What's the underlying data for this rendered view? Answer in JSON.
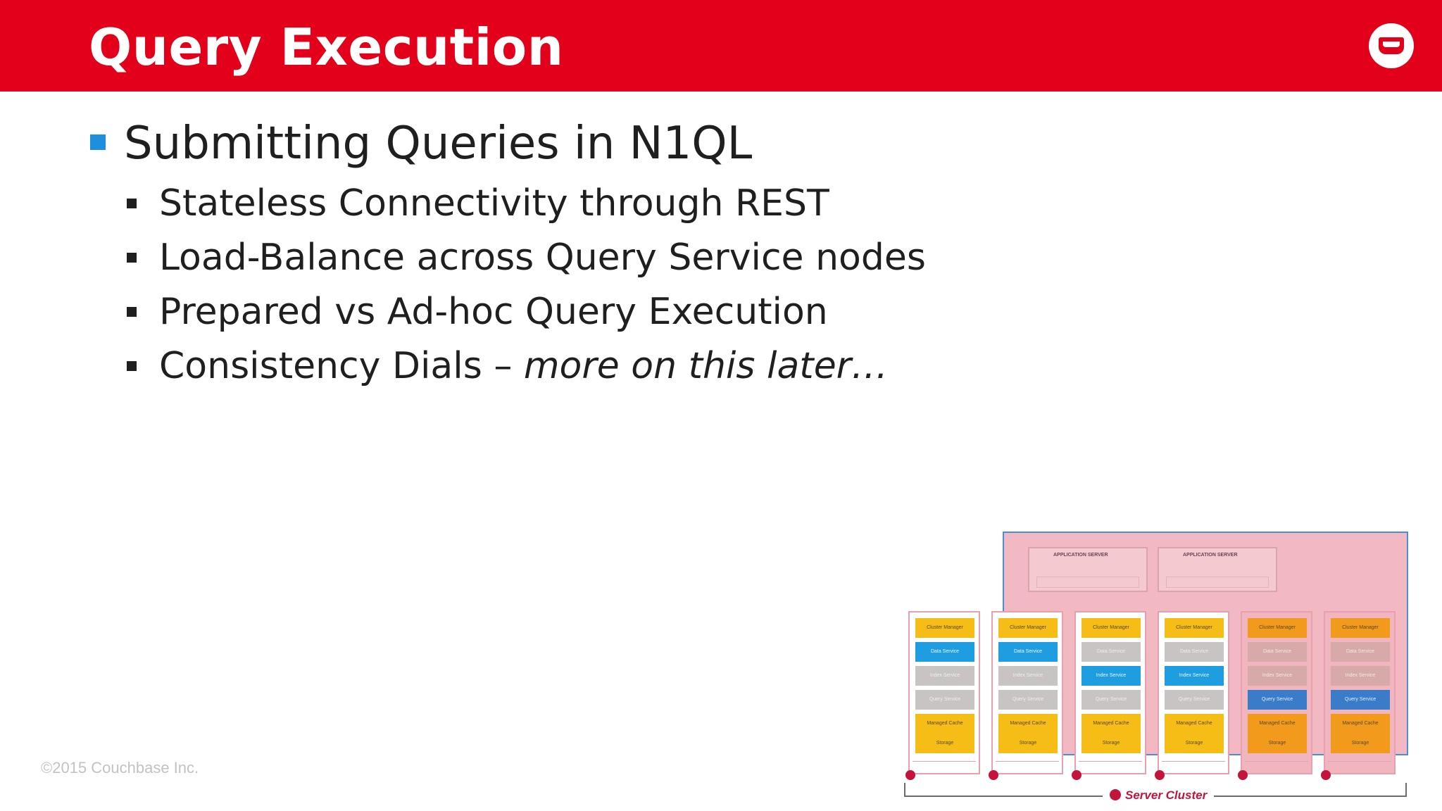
{
  "header": {
    "title": "Query Execution",
    "logo_icon": "couchbase-logo-icon",
    "background_color": "#e2001a"
  },
  "content": {
    "main_bullet": "Submitting Queries in N1QL",
    "sub_bullets": [
      {
        "text": "Stateless Connectivity through REST",
        "italic": ""
      },
      {
        "text": "Load-Balance across Query Service nodes",
        "italic": ""
      },
      {
        "text": "Prepared vs Ad-hoc Query Execution",
        "italic": ""
      },
      {
        "text": "Consistency Dials – ",
        "italic": "more on this later…"
      }
    ]
  },
  "footer": {
    "copyright": "©2015 Couchbase Inc."
  },
  "diagram": {
    "app_servers": [
      "APPLICATION SERVER",
      "APPLICATION SERVER"
    ],
    "node_services": [
      [
        "Cluster Manager",
        "Data Service",
        "Index Service",
        "Query Service",
        "Managed Cache",
        "Storage"
      ],
      [
        "Cluster Manager",
        "Data Service",
        "Index Service",
        "Query Service",
        "Managed Cache",
        "Storage"
      ],
      [
        "Cluster Manager",
        "Data Service",
        "Index Service",
        "Query Service",
        "Managed Cache",
        "Storage"
      ],
      [
        "Cluster Manager",
        "Data Service",
        "Index Service",
        "Query Service",
        "Managed Cache",
        "Storage"
      ],
      [
        "Cluster Manager",
        "Data Service",
        "Index Service",
        "Query Service",
        "Managed Cache",
        "Storage"
      ],
      [
        "Cluster Manager",
        "Data Service",
        "Index Service",
        "Query Service",
        "Managed Cache",
        "Storage"
      ]
    ],
    "server_cluster_label": "Server Cluster"
  }
}
